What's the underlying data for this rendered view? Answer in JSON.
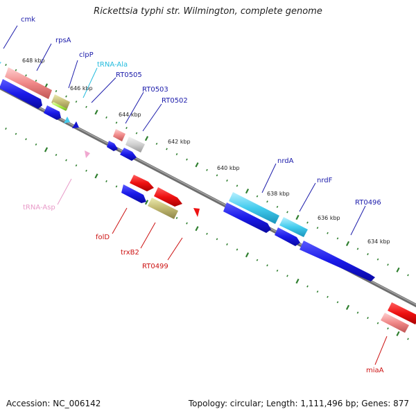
{
  "header": {
    "title": "Rickettsia typhi str. Wilmington, complete genome"
  },
  "footer": {
    "accession": "Accession: NC_006142",
    "topology": "Topology: circular; Length: 1,111,496 bp; Genes: 877"
  },
  "colors": {
    "backbone": "#7a7a7a",
    "ticks": "#2f7f2f",
    "blue_label": "#1a1aaa",
    "red_label": "#cc1111",
    "pink_label": "#e89ac8",
    "cyan_label": "#22bbdd"
  },
  "scale_marks": [
    "648 kbp",
    "646 kbp",
    "644 kbp",
    "642 kbp",
    "640 kbp",
    "638 kbp",
    "636 kbp",
    "634 kbp"
  ],
  "gene_labels": {
    "cmk": "cmk",
    "rpsA": "rpsA",
    "clpP": "clpP",
    "trna_ala": "tRNA-Ala",
    "rt0505": "RT0505",
    "rt0503": "RT0503",
    "rt0502": "RT0502",
    "nrdA": "nrdA",
    "nrdF": "nrdF",
    "rt0496": "RT0496",
    "trna_asp": "tRNA-Asp",
    "folD": "folD",
    "trxB2": "trxB2",
    "rt0499": "RT0499",
    "miaA": "miaA"
  }
}
